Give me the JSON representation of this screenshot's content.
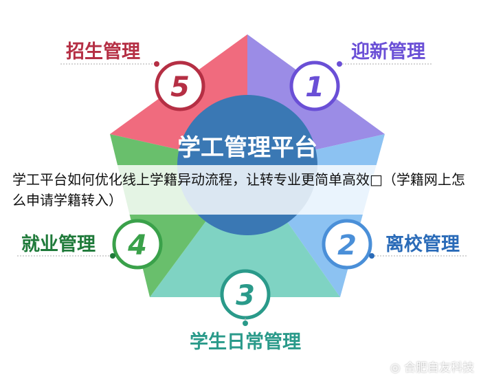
{
  "diagram": {
    "center_title": "学工管理平台",
    "stages": [
      {
        "number": "1",
        "label": "迎新管理",
        "color": "#9b8ce6"
      },
      {
        "number": "2",
        "label": "离校管理",
        "color": "#8cc2f2"
      },
      {
        "number": "3",
        "label": "学生日常管理",
        "color": "#7fd3c3"
      },
      {
        "number": "4",
        "label": "就业管理",
        "color": "#69bf6c"
      },
      {
        "number": "5",
        "label": "招生管理",
        "color": "#f06b7e"
      }
    ],
    "center_color": "#3a78b4"
  },
  "banner": {
    "title": "学工平台如何优化线上学籍异动流程，让转专业更简单高效□（学籍网上怎么申请学籍转入）"
  },
  "watermark": "合肥自友科技"
}
